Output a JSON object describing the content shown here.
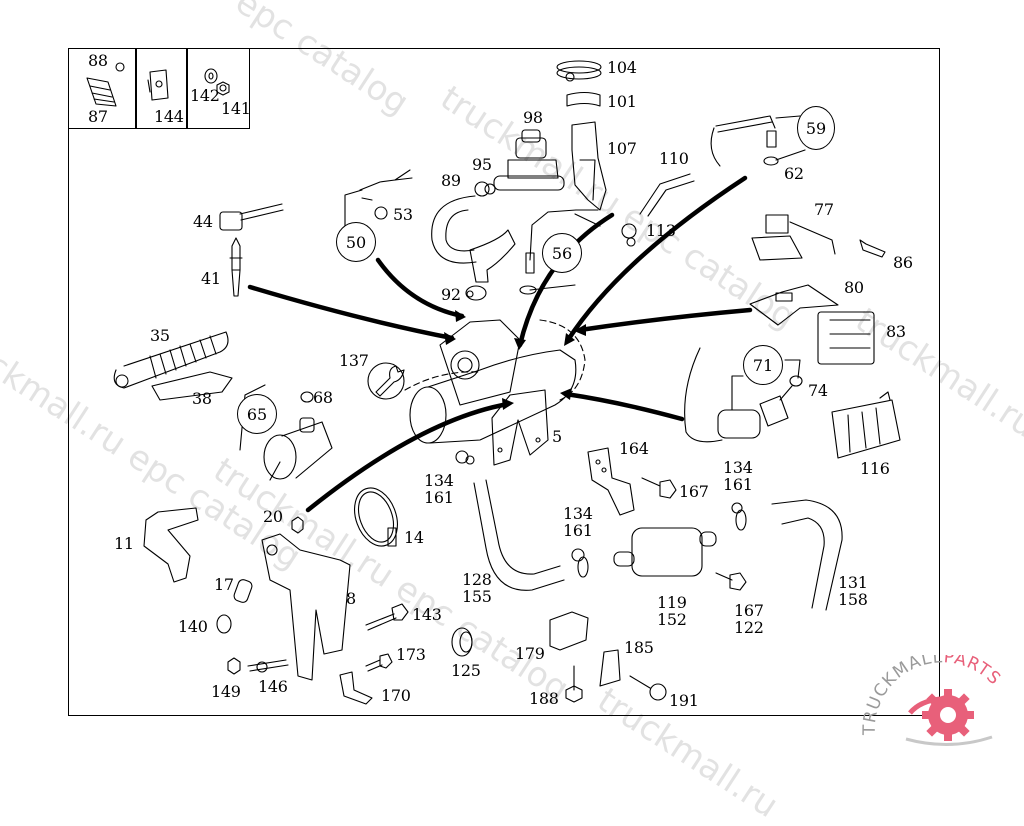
{
  "diagram": {
    "title": "",
    "inset_boxes": [
      {
        "labels": [
          "88",
          "87"
        ]
      },
      {
        "labels": [
          "144"
        ]
      },
      {
        "labels": [
          "142",
          "141"
        ]
      }
    ],
    "part_labels": {
      "p104": "104",
      "p101": "101",
      "p98": "98",
      "p107": "107",
      "p95": "95",
      "p89": "89",
      "p110": "110",
      "p113": "113",
      "p53": "53",
      "p92": "92",
      "p62": "62",
      "p77": "77",
      "p86": "86",
      "p80": "80",
      "p83": "83",
      "p74": "74",
      "p116": "116",
      "p44": "44",
      "p41": "41",
      "p35": "35",
      "p38": "38",
      "p68": "68",
      "p137": "137",
      "p5": "5",
      "p134a": "134\n161",
      "p164": "164",
      "p167a": "167",
      "p134b": "134\n161",
      "p134c": "134\n161",
      "p11": "11",
      "p20": "20",
      "p14": "14",
      "p17": "17",
      "p8": "8",
      "p140": "140",
      "p143": "143",
      "p128": "128\n155",
      "p119": "119\n152",
      "p167b": "167\n122",
      "p131": "131\n158",
      "p149": "149",
      "p146": "146",
      "p173": "173",
      "p170": "170",
      "p125": "125",
      "p179": "179",
      "p185": "185",
      "p188": "188",
      "p191": "191"
    },
    "circled_labels": {
      "c50": "50",
      "c56": "56",
      "c59": "59",
      "c65": "65",
      "c71": "71"
    },
    "icons": {
      "tool": "wrench-icon"
    }
  },
  "watermark": {
    "text_a": "truckmall.ru epc catalog",
    "text_b": "epc catalog",
    "text_c": "truckmall.ru"
  },
  "brand": {
    "name_a": "TRUCKMALL",
    "name_b": "PARTS",
    "colors": {
      "primary": "#e8607a",
      "secondary": "#9a9a9a"
    }
  }
}
